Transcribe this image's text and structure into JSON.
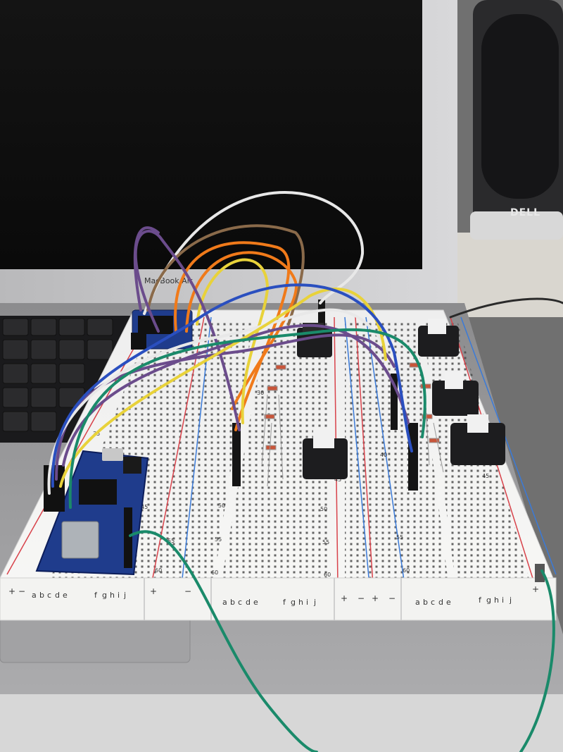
{
  "laptop": {
    "model_label": "MacBook Air"
  },
  "speaker": {
    "brand_label": "DELL"
  },
  "breadboard": {
    "column_letters_left": [
      "a",
      "b",
      "c",
      "d",
      "e"
    ],
    "column_letters_right": [
      "f",
      "g",
      "h",
      "i",
      "j"
    ],
    "rail_symbols": [
      "+",
      "−"
    ],
    "row_numbers": [
      "30",
      "35",
      "40",
      "45",
      "50",
      "55",
      "60"
    ]
  },
  "colors": {
    "wire_purple": "#6b4c8c",
    "wire_white": "#e8e8e8",
    "wire_brown": "#8a6a4a",
    "wire_orange": "#f07a1a",
    "wire_yellow": "#e8d23a",
    "wire_blue": "#2a4fbf",
    "wire_green": "#1a8a6a",
    "rail_red": "#d8424a",
    "rail_blue": "#3a7ad8",
    "pcb_blue": "#1f3c8c",
    "switch_black": "#1d1d1f"
  }
}
